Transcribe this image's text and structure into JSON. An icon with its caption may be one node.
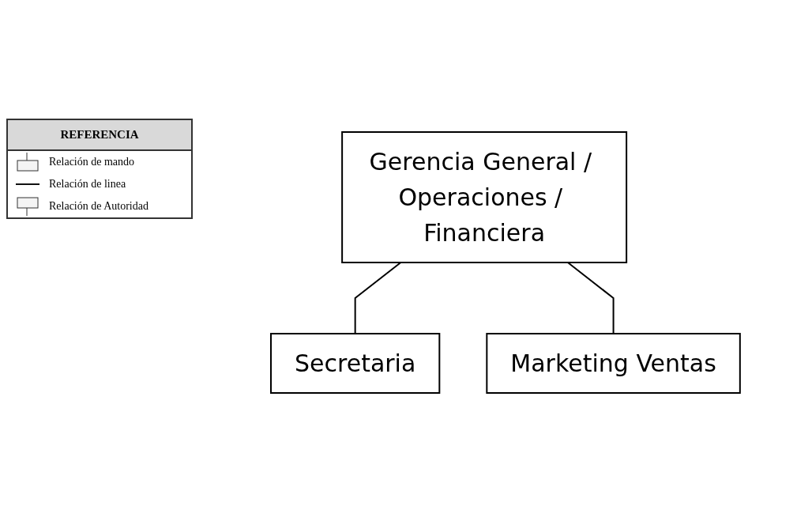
{
  "diagram": {
    "nodes": [
      {
        "text": [
          "Gerencia General / Operaciones / Financiera"
        ]
      },
      {
        "text": [
          "Secretaria"
        ]
      },
      {
        "text": [
          "Marketing Ventas"
        ]
      }
    ],
    "edges": [
      {
        "from": 0,
        "to": 1,
        "arrow": "none"
      },
      {
        "from": 0,
        "to": 2,
        "arrow": "none"
      }
    ],
    "labels": [
      "REFERENCIA"
    ],
    "legend": [
      {
        "text": "Relación de mando"
      },
      {
        "text": "Relación de linea"
      },
      {
        "text": "Relación de Autoridad"
      }
    ]
  }
}
